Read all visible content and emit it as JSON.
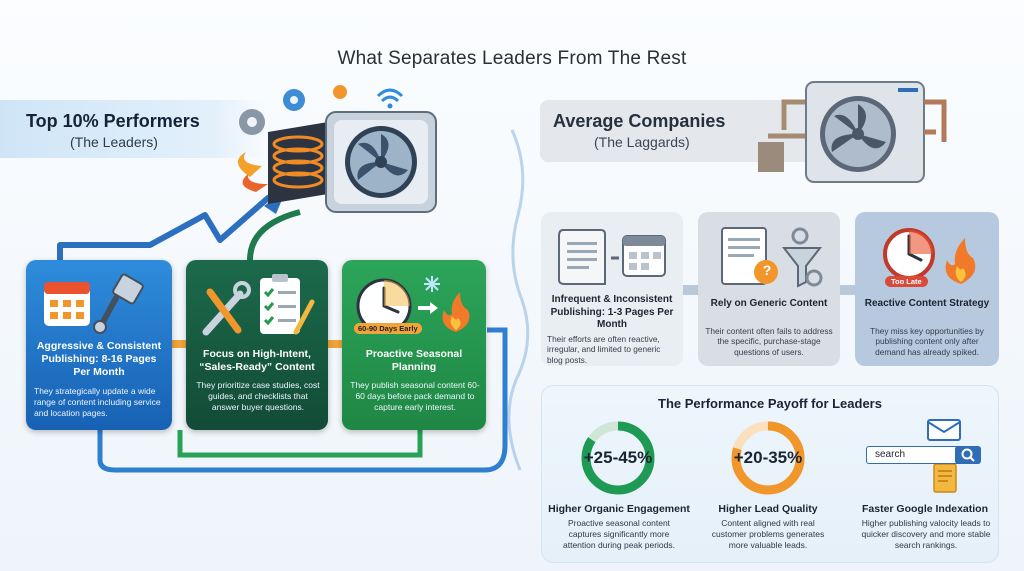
{
  "title": "What Separates Leaders From The Rest",
  "leaders": {
    "heading": "Top 10% Performers",
    "subheading": "(The Leaders)",
    "cards": [
      {
        "title": "Aggressive & Consistent Publishing: 8-16 Pages Per Month",
        "desc": "They strategically update a wide range of content including service and location pages."
      },
      {
        "title": "Focus on High-Intent, “Sales-Ready” Content",
        "desc": "They prioritize case studies, cost guides, and checklists that answer buyer questions."
      },
      {
        "title": "Proactive Seasonal Planning",
        "desc": "They publish seasonal content 60-60 days before pack demand to capture early interest.",
        "badge": "60-90 Days Early"
      }
    ]
  },
  "laggards": {
    "heading": "Average Companies",
    "subheading": "(The Laggards)",
    "cards": [
      {
        "title": "Infrequent & Inconsistent Publishing: 1-3 Pages Per Month",
        "desc": "Their efforts are often reactive, irregular, and limited to generic blog posts."
      },
      {
        "title": "Rely on Generic Content",
        "desc": "Their content often fails to address the specific, purchase-stage questions of users."
      },
      {
        "title": "Reactive Content Strategy",
        "desc": "They miss key opportunities by publishing content only after demand has already spiked.",
        "badge": "Too Late"
      }
    ]
  },
  "payoff": {
    "title": "The Performance Payoff for Leaders",
    "items": [
      {
        "value": "+25-45%",
        "label": "Higher Organic Engagement",
        "desc": "Proactive seasonal content captures significantly more attention during peak periods.",
        "color": "#1f9a55"
      },
      {
        "value": "+20-35%",
        "label": "Higher Lead Quality",
        "desc": "Content aligned with real customer problems generates more valuable leads.",
        "color": "#f0962a"
      },
      {
        "label": "Faster Google Indexation",
        "desc": "Higher publishing valocity leads to quicker discovery and more stable search rankings.",
        "search_text": "search"
      }
    ]
  },
  "colors": {
    "leader_blue": "#1f6fc9",
    "leader_green_dark": "#155a40",
    "leader_green": "#27994f",
    "accent_orange": "#f0962a",
    "laggard_gray": "#d9dee4"
  }
}
